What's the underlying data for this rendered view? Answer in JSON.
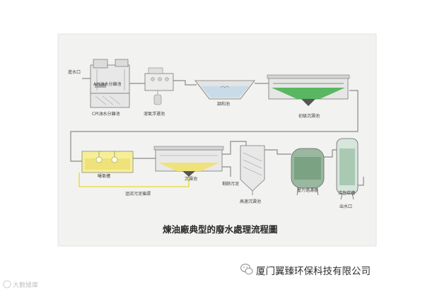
{
  "diagram": {
    "title": "煉油廠典型的廢水處理流程圖",
    "labels": {
      "inlet": "進水口",
      "api_separator": "API油水分離池",
      "cpi_separator": "CPI油水分離池",
      "flotation": "溶氣浮選池",
      "equalization": "調和池",
      "primary_clarifier": "初級沉澱池",
      "aeration": "曝氣槽",
      "clarifier": "沉澱池",
      "sludge_return": "迴流污泥循環",
      "excess_sludge": "剩餘污泥",
      "high_rate_clarifier": "高速沉澱池",
      "sand_filter": "壓力過濾器",
      "carbon_tank": "活性碳槽",
      "outlet": "出水口"
    },
    "colors": {
      "pipe_gray": "#8a8a8a",
      "pipe_yellow": "#e8dd55",
      "green_media": "#3fae4a",
      "water_blue": "#c8dbe8",
      "panel_bg": "#f2f2f0"
    }
  },
  "watermark": {
    "company": "厦门翼臻环保科技有限公司",
    "source": "大數據庫"
  }
}
